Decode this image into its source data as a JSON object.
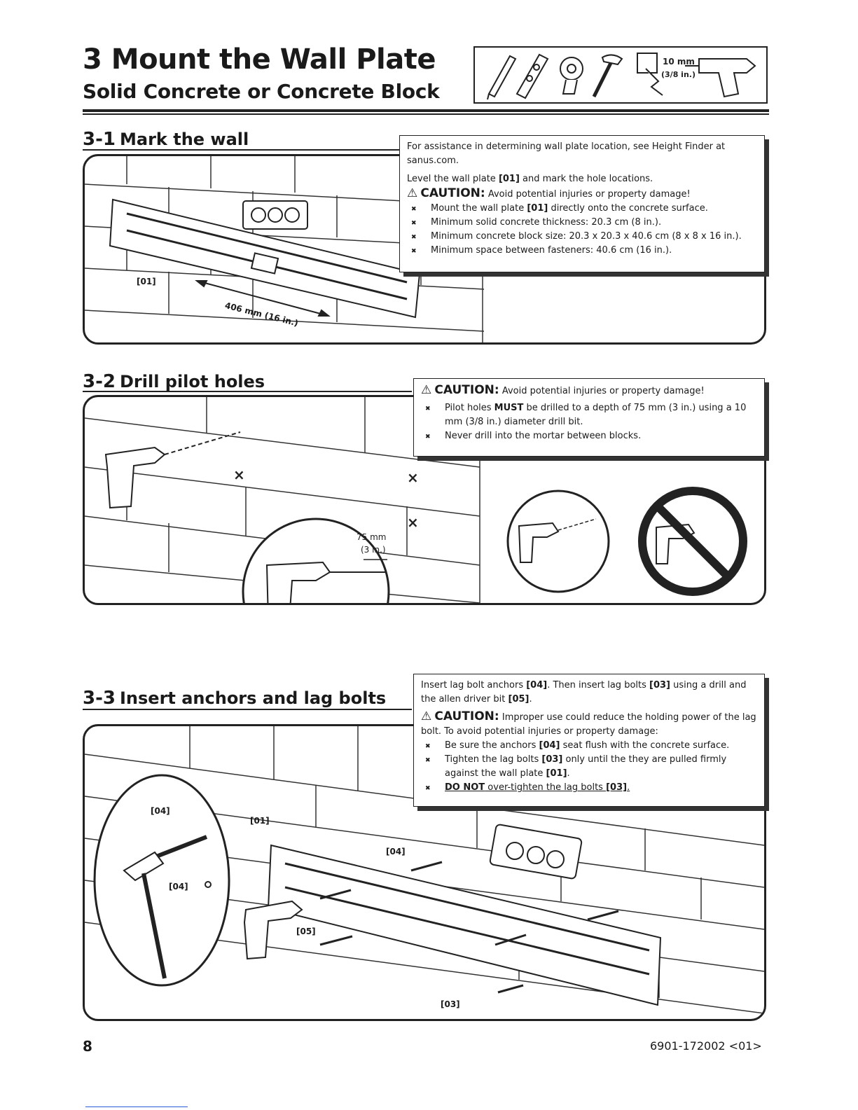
{
  "header": {
    "title": "3 Mount the Wall Plate",
    "subtitle": "Solid Concrete or Concrete Block",
    "drill_bit_size": "10 mm",
    "drill_bit_size_imperial": "(3/8 in.)"
  },
  "tools": [
    "pencil-icon",
    "level-icon",
    "tape-measure-icon",
    "hammer-icon",
    "masonry-bit-icon",
    "drill-icon"
  ],
  "step1": {
    "number": "3-1",
    "title": "Mark the wall",
    "note_line1": "For assistance in determining wall plate location, see Height Finder at sanus.com.",
    "note_line2_a": "Level the wall plate ",
    "note_line2_b": "[01]",
    "note_line2_c": " and mark the hole locations.",
    "caution_label": "CAUTION:",
    "caution_text": "Avoid potential injuries or property damage!",
    "bullets": [
      {
        "a": "Mount the wall plate ",
        "b": "[01]",
        "c": " directly onto the concrete surface."
      },
      {
        "a": "Minimum solid concrete thickness: 20.3 cm (8 in.).",
        "b": "",
        "c": ""
      },
      {
        "a": "Minimum concrete block size: 20.3 x 20.3 x 40.6 cm (8 x 8 x 16 in.).",
        "b": "",
        "c": ""
      },
      {
        "a": "Minimum space between fasteners: 40.6 cm (16 in.).",
        "b": "",
        "c": ""
      }
    ],
    "label_part": "[01]",
    "label_dimension": "406 mm (16 in.)"
  },
  "step2": {
    "number": "3-2",
    "title": "Drill pilot holes",
    "caution_label": "CAUTION:",
    "caution_text": "Avoid potential injuries or property damage!",
    "bullet1_a": "Pilot holes ",
    "bullet1_b": "MUST",
    "bullet1_c": " be drilled to a depth of 75 mm (3 in.) using a 10 mm (3/8 in.) diameter drill bit.",
    "bullet2": "Never drill into the mortar between blocks.",
    "depth_mm": "75 mm",
    "depth_in": "(3 in.)",
    "mark_glyph": "×"
  },
  "step3": {
    "number": "3-3",
    "title": "Insert anchors and lag bolts",
    "intro_a": "Insert lag bolt anchors ",
    "intro_b": "[04]",
    "intro_c": ". Then insert lag bolts ",
    "intro_d": "[03]",
    "intro_e": " using a drill and the allen driver bit ",
    "intro_f": "[05]",
    "intro_g": ".",
    "caution_label": "CAUTION:",
    "caution_text": "Improper use could reduce the holding power of the lag bolt. To avoid potential injuries or property damage:",
    "b1_a": "Be sure the anchors ",
    "b1_b": "[04]",
    "b1_c": " seat flush with the concrete surface.",
    "b2_a": "Tighten the lag bolts ",
    "b2_b": "[03]",
    "b2_c": " only until the they are pulled firmly against the wall plate ",
    "b2_d": "[01]",
    "b2_e": ".",
    "b3_a": "DO NOT",
    "b3_b": " over-tighten the lag bolts ",
    "b3_c": "[03]",
    "b3_d": ".",
    "labels": {
      "anchor_a": "[04]",
      "anchor_b": "[04]",
      "anchor_c": "[04]",
      "plate": "[01]",
      "bit": "[05]",
      "bolt": "[03]"
    }
  },
  "footer": {
    "page_number": "8",
    "doc_number": "6901-172002 <01>"
  }
}
